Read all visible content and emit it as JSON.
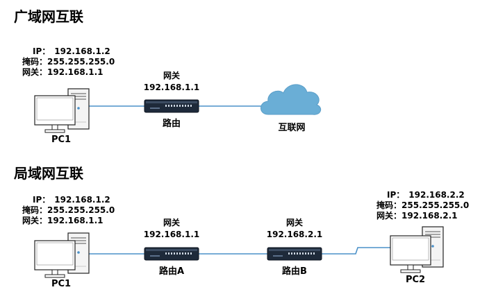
{
  "wan": {
    "title": "广域网互联",
    "pc1": {
      "ip_label": "IP：",
      "ip": "192.168.1.2",
      "mask_label": "掩码：",
      "mask": "255.255.255.0",
      "gw_label": "网关：",
      "gw": "192.168.1.1",
      "name": "PC1"
    },
    "router": {
      "gw_title": "网关",
      "gw_ip": "192.168.1.1",
      "name": "路由"
    },
    "internet": {
      "name": "互联网"
    }
  },
  "lan": {
    "title": "局域网互联",
    "pc1": {
      "ip_label": "IP：",
      "ip": "192.168.1.2",
      "mask_label": "掩码：",
      "mask": "255.255.255.0",
      "gw_label": "网关：",
      "gw": "192.168.1.1",
      "name": "PC1"
    },
    "routerA": {
      "gw_title": "网关",
      "gw_ip": "192.168.1.1",
      "name": "路由A"
    },
    "routerB": {
      "gw_title": "网关",
      "gw_ip": "192.168.2.1",
      "name": "路由B"
    },
    "pc2": {
      "ip_label": "IP：",
      "ip": "192.168.2.2",
      "mask_label": "掩码：",
      "mask": "255.255.255.0",
      "gw_label": "网关：",
      "gw": "192.168.2.1",
      "name": "PC2"
    }
  },
  "colors": {
    "link": "#4a90c8",
    "cloud": "#6aaed6",
    "router_body": "#1e2a3a"
  }
}
